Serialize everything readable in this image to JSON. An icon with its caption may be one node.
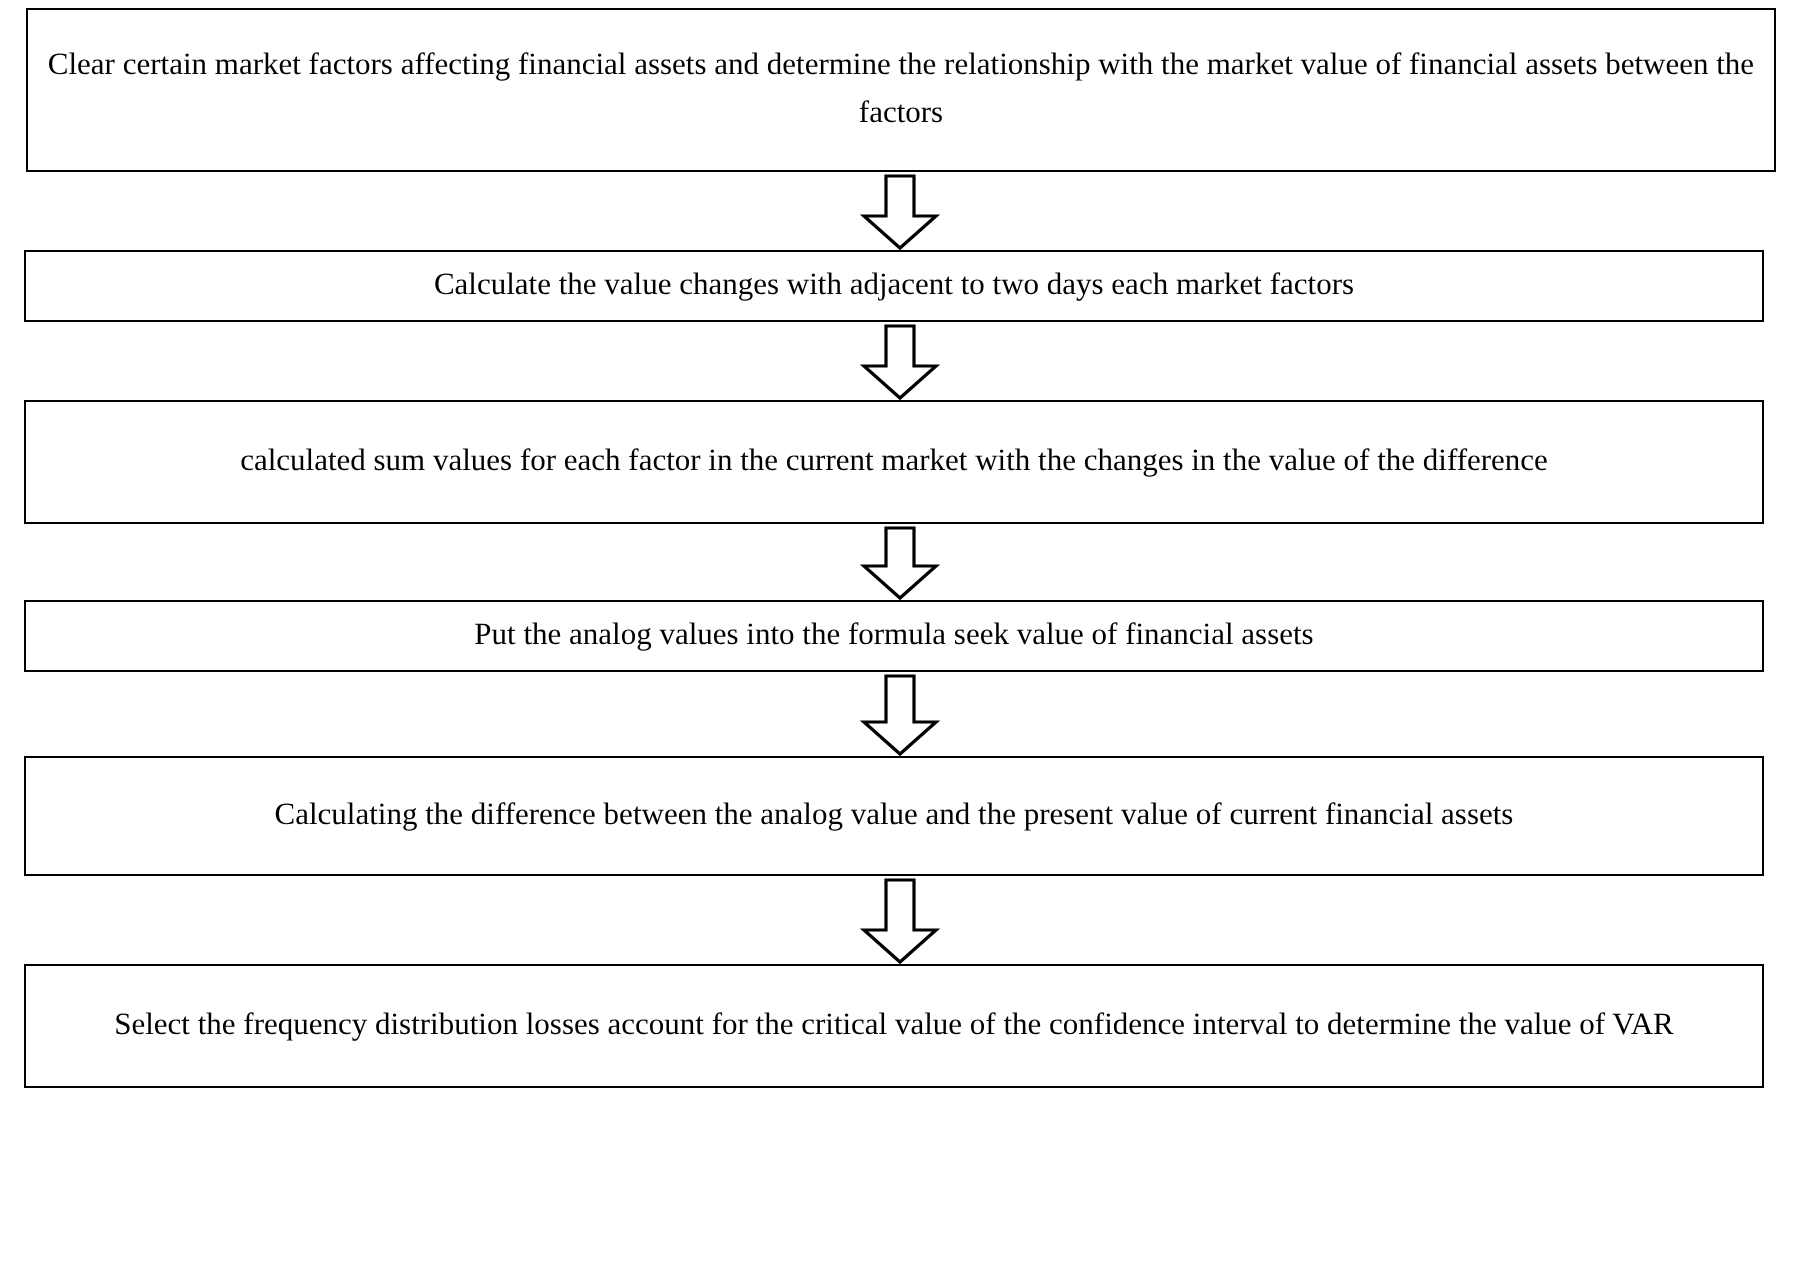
{
  "diagram": {
    "nodes": [
      {
        "text": [
          "Clear certain market factors affecting financial assets and determine the relationship  with the market value of financial assets between the factors"
        ]
      },
      {
        "text": [
          "Calculate the value changes with adjacent to two days each market factors"
        ]
      },
      {
        "text": [
          "calculated sum values for each factor in the current market with the changes in the value of the difference"
        ]
      },
      {
        "text": [
          "Put the analog values into the formula seek value of financial assets"
        ]
      },
      {
        "text": [
          "Calculating the difference between the analog value and the present value of current financial assets"
        ]
      },
      {
        "text": [
          "Select the frequency distribution  losses account for the critical value of the confidence interval to determine the value of VAR"
        ]
      }
    ],
    "edges": [
      {
        "from": 0,
        "to": 1,
        "arrow": "to"
      },
      {
        "from": 1,
        "to": 2,
        "arrow": "to"
      },
      {
        "from": 2,
        "to": 3,
        "arrow": "to"
      },
      {
        "from": 3,
        "to": 4,
        "arrow": "to"
      },
      {
        "from": 4,
        "to": 5,
        "arrow": "to"
      }
    ]
  }
}
